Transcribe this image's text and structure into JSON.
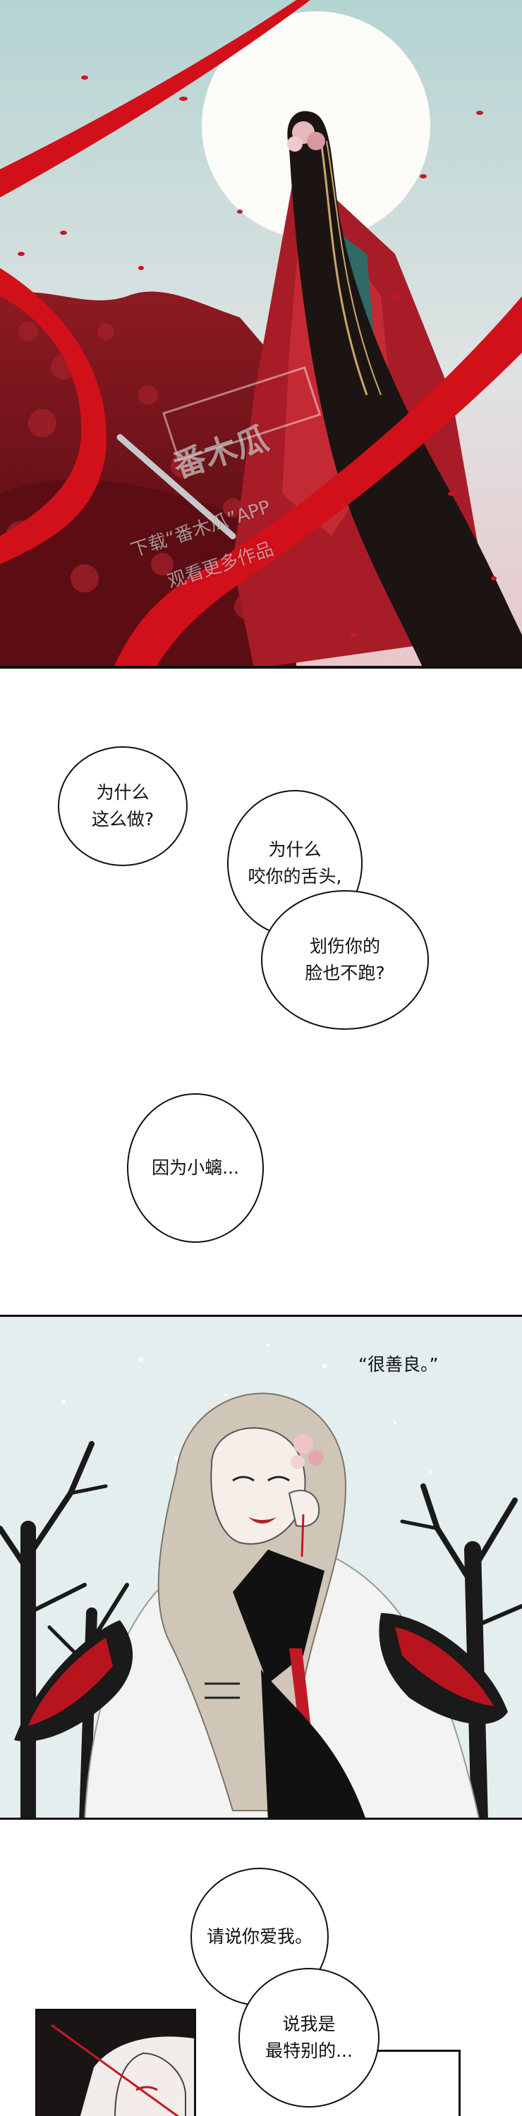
{
  "panels": {
    "moon_scene": {
      "watermark": {
        "brand": "番木瓜",
        "line1": "下载“番木瓜”APP",
        "line2": "观看更多作品"
      }
    },
    "dialogue_1": {
      "bubble_1": "为什么\n这么做?",
      "bubble_2": "为什么\n咬你的舌头,",
      "bubble_3": "划伤你的\n脸也不跑?",
      "bubble_4": "因为小螭..."
    },
    "snow_scene": {
      "caption": "“很善良。”"
    },
    "dialogue_2": {
      "bubble_5": "请说你爱我。",
      "bubble_6": "说我是\n最特别的..."
    }
  },
  "colors": {
    "red_ribbon": "#d2101a",
    "moon": "#fbfbf8",
    "sky_top": "#b9d6d3",
    "sky_bottom": "#e8c9cd",
    "snow_sky": "#e4eeee",
    "ink": "#111111"
  }
}
